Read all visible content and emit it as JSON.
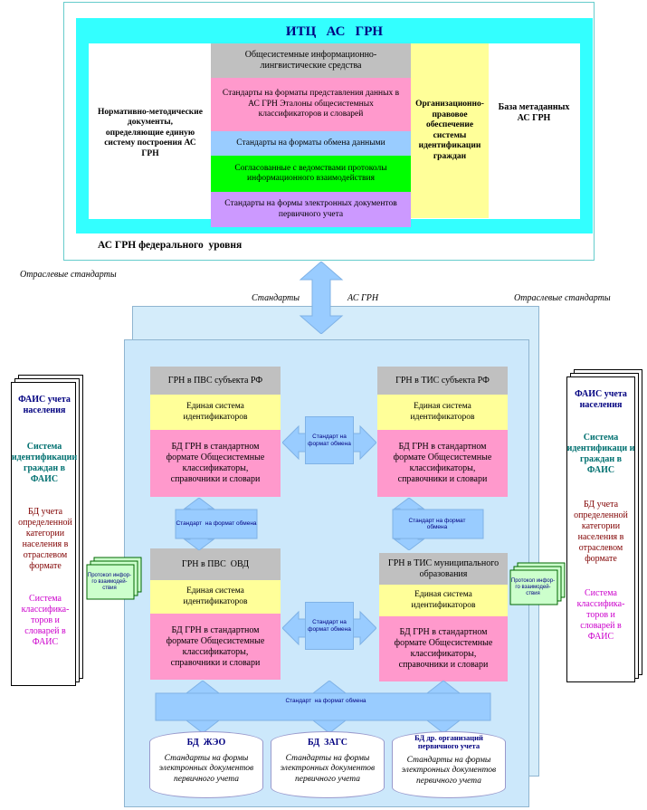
{
  "top": {
    "title": "ИТЦ   АС   ГРН",
    "left_box": "Нормативно-методические документы, определяющие единую систему построения АС ГРН",
    "center": [
      "Общесистемные информационно-лингвистические средства",
      "Стандарты на форматы представления данных в АС ГРН Эталоны общесистемных классификаторов и словарей",
      "Стандарты на форматы обмена данными",
      "Согласованные с ведомствами протоколы информационного взаимодействия",
      "Стандарты на формы электронных документов первичного учета"
    ],
    "org_box": "Организационно-правовое обеспечение системы идентификации граждан",
    "meta_box": "База метаданных АС ГРН",
    "footer": "АС ГРН федерального  уровня"
  },
  "labels": {
    "branch_standards_top": "Отраслевые стандарты",
    "standards": "Стандарты",
    "as_grn": "АС ГРН",
    "branch_standards_right": "Отраслевые стандарты"
  },
  "nodes": {
    "tl": {
      "title": "ГРН в ПВС субъекта РФ",
      "ident": "Единая система идентификаторов",
      "db": "БД ГРН в стандартном формате Общесистемные классификаторы, справочники и словари"
    },
    "tr": {
      "title": "ГРН в ТИС субъекта РФ",
      "ident": "Единая система идентификаторов",
      "db": "БД ГРН в стандартном формате Общесистемные классификаторы, справочники и словари"
    },
    "bl": {
      "title": "ГРН в ПВС  ОВД",
      "ident": "Единая система идентификаторов",
      "db": "БД ГРН в стандартном формате Общесистемные классификаторы, справочники и словари"
    },
    "br": {
      "title": "ГРН в ТИС муниципального образования",
      "ident": "Единая система идентификаторов",
      "db": "БД ГРН в стандартном формате Общесистемные классификаторы, справочники и словари"
    }
  },
  "arrows": {
    "exchange_std": "Стандарт на формат обмена",
    "left_vertical": "Стандарт  на формат обмена",
    "right_vertical": "Стандарт на формат обмена",
    "bottom": "Стандарт  на формат обмена"
  },
  "side": {
    "left": {
      "faisl": "ФАИС учета населения",
      "sys": "Система идентификации граждан в ФАИС",
      "db": "БД учета определенной категории населения в отраслевом формате",
      "cls": "Система классифика-торов и словарей в ФАИС"
    },
    "right": {
      "faisl": "ФАИС учета населения",
      "sys": "Система идентификаци и граждан в ФАИС",
      "db": "БД учета определенной категории населения в отраслевом формате",
      "cls": "Система классифика-торов и словарей в ФАИС"
    },
    "protocol": "Протокол инфор-го взаимодей-ствия"
  },
  "dbs": [
    {
      "title": "БД  ЖЭО",
      "text": "Стандарты на формы электронных документов первичного учета"
    },
    {
      "title": "БД  ЗАГС",
      "text": "Стандарты на формы электронных документов первичного учета"
    },
    {
      "title": "БД др. организаций первичного учета",
      "text": "Стандарты на формы электронных документов первичного учета"
    }
  ]
}
